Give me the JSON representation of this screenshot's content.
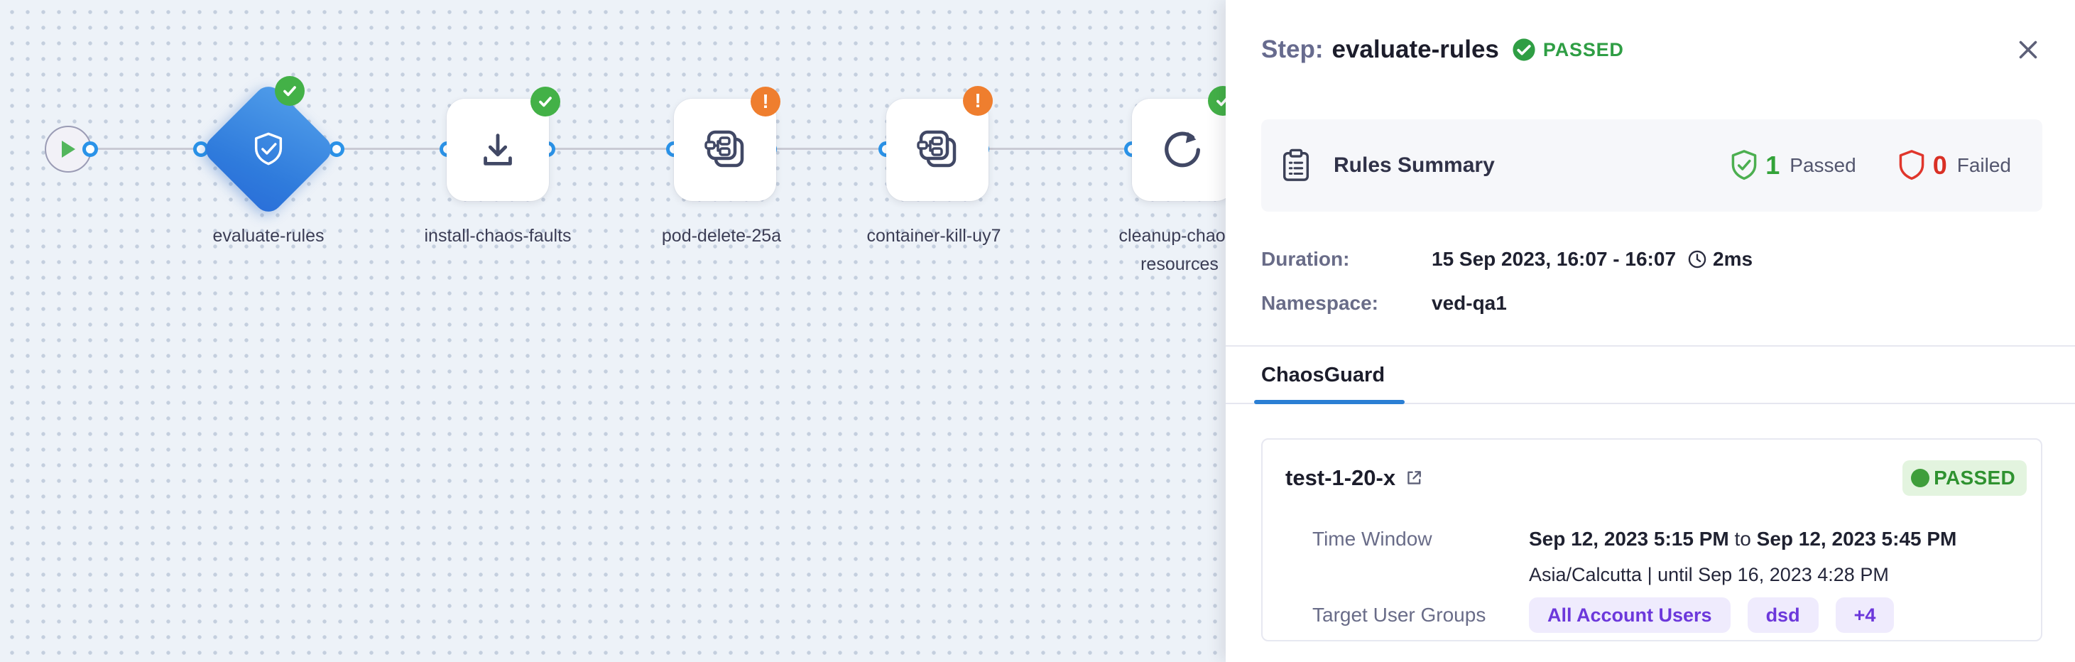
{
  "workflow": {
    "nodes": [
      {
        "label": "evaluate-rules",
        "icon": "shield-check-icon",
        "status": "passed",
        "shape": "diamond",
        "selected": true
      },
      {
        "label": "install-chaos-faults",
        "icon": "download-icon",
        "status": "passed",
        "shape": "square"
      },
      {
        "label": "pod-delete-25a",
        "icon": "chaos-fault-icon",
        "status": "warning",
        "shape": "square"
      },
      {
        "label": "container-kill-uy7",
        "icon": "chaos-fault-icon",
        "status": "warning",
        "shape": "square"
      },
      {
        "label": "cleanup-chaos-resources",
        "icon": "retry-icon",
        "status": "passed",
        "shape": "square"
      }
    ]
  },
  "panel": {
    "header": {
      "step_label": "Step:",
      "step_name": "evaluate-rules",
      "status": "PASSED"
    },
    "rules_summary": {
      "title": "Rules Summary",
      "passed_count": "1",
      "passed_label": "Passed",
      "failed_count": "0",
      "failed_label": "Failed"
    },
    "details": {
      "duration_label": "Duration:",
      "duration_value": "15 Sep 2023, 16:07 - 16:07",
      "duration_time": "2ms",
      "namespace_label": "Namespace:",
      "namespace_value": "ved-qa1"
    },
    "tabs": [
      {
        "label": "ChaosGuard",
        "active": true
      }
    ],
    "guard_card": {
      "name": "test-1-20-x",
      "status": "PASSED",
      "time_window_label": "Time Window",
      "time_window_from": "Sep 12, 2023 5:15 PM",
      "time_window_to_word": "to",
      "time_window_to": "Sep 12, 2023 5:45 PM",
      "timezone_line": "Asia/Calcutta | until Sep 16, 2023 4:28 PM",
      "target_user_groups_label": "Target User Groups",
      "user_groups": [
        "All Account Users",
        "dsd",
        "+4"
      ]
    }
  },
  "colors": {
    "status_passed_green": "#2f9e44",
    "status_failed_red": "#d93025",
    "status_warning_orange": "#ef7e2e",
    "accent_blue": "#2b7fd4",
    "selected_node_blue": "#2f7bdc",
    "tag_purple": "#6c38db",
    "canvas_background": "#edf2f8"
  }
}
